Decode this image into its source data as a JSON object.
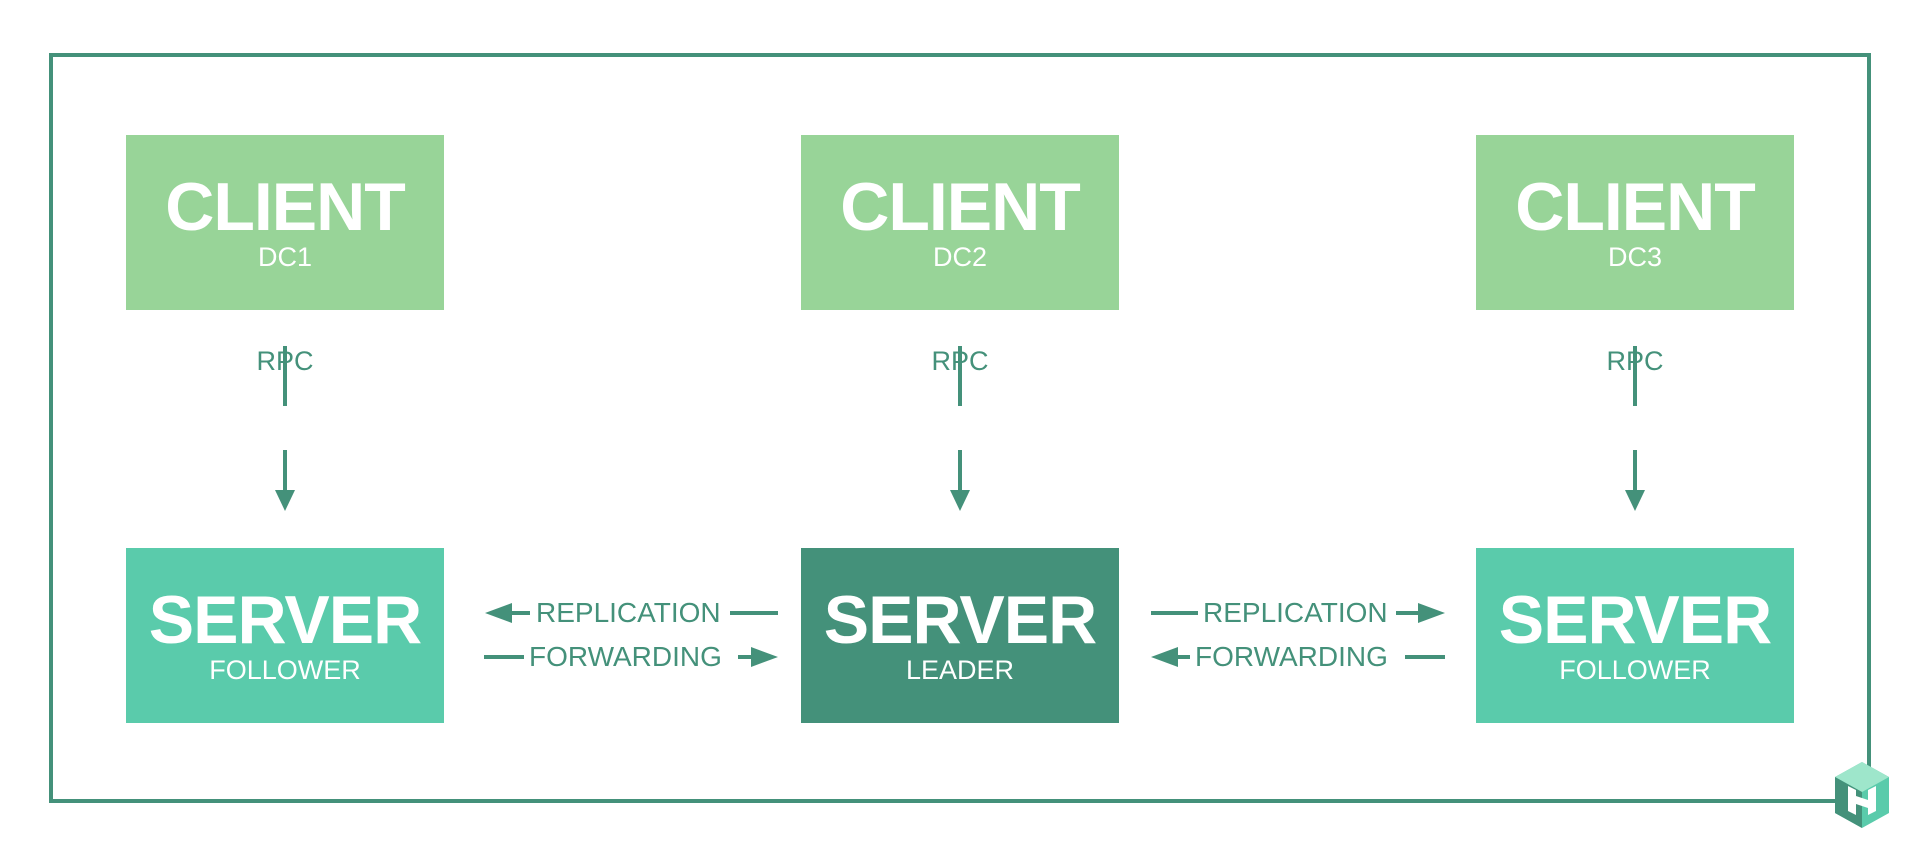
{
  "colors": {
    "frame": "#44917a",
    "client": "#98d498",
    "server_follower": "#5acbab",
    "server_leader": "#44917a",
    "connector": "#44917a",
    "text_on_box": "#ffffff"
  },
  "clients": [
    {
      "title": "CLIENT",
      "subtitle": "DC1"
    },
    {
      "title": "CLIENT",
      "subtitle": "DC2"
    },
    {
      "title": "CLIENT",
      "subtitle": "DC3"
    }
  ],
  "servers": [
    {
      "title": "SERVER",
      "subtitle": "FOLLOWER"
    },
    {
      "title": "SERVER",
      "subtitle": "LEADER"
    },
    {
      "title": "SERVER",
      "subtitle": "FOLLOWER"
    }
  ],
  "rpc_labels": [
    "RPC",
    "RPC",
    "RPC"
  ],
  "links": {
    "left": {
      "top": "REPLICATION",
      "bottom": "FORWARDING"
    },
    "right": {
      "top": "REPLICATION",
      "bottom": "FORWARDING"
    }
  }
}
